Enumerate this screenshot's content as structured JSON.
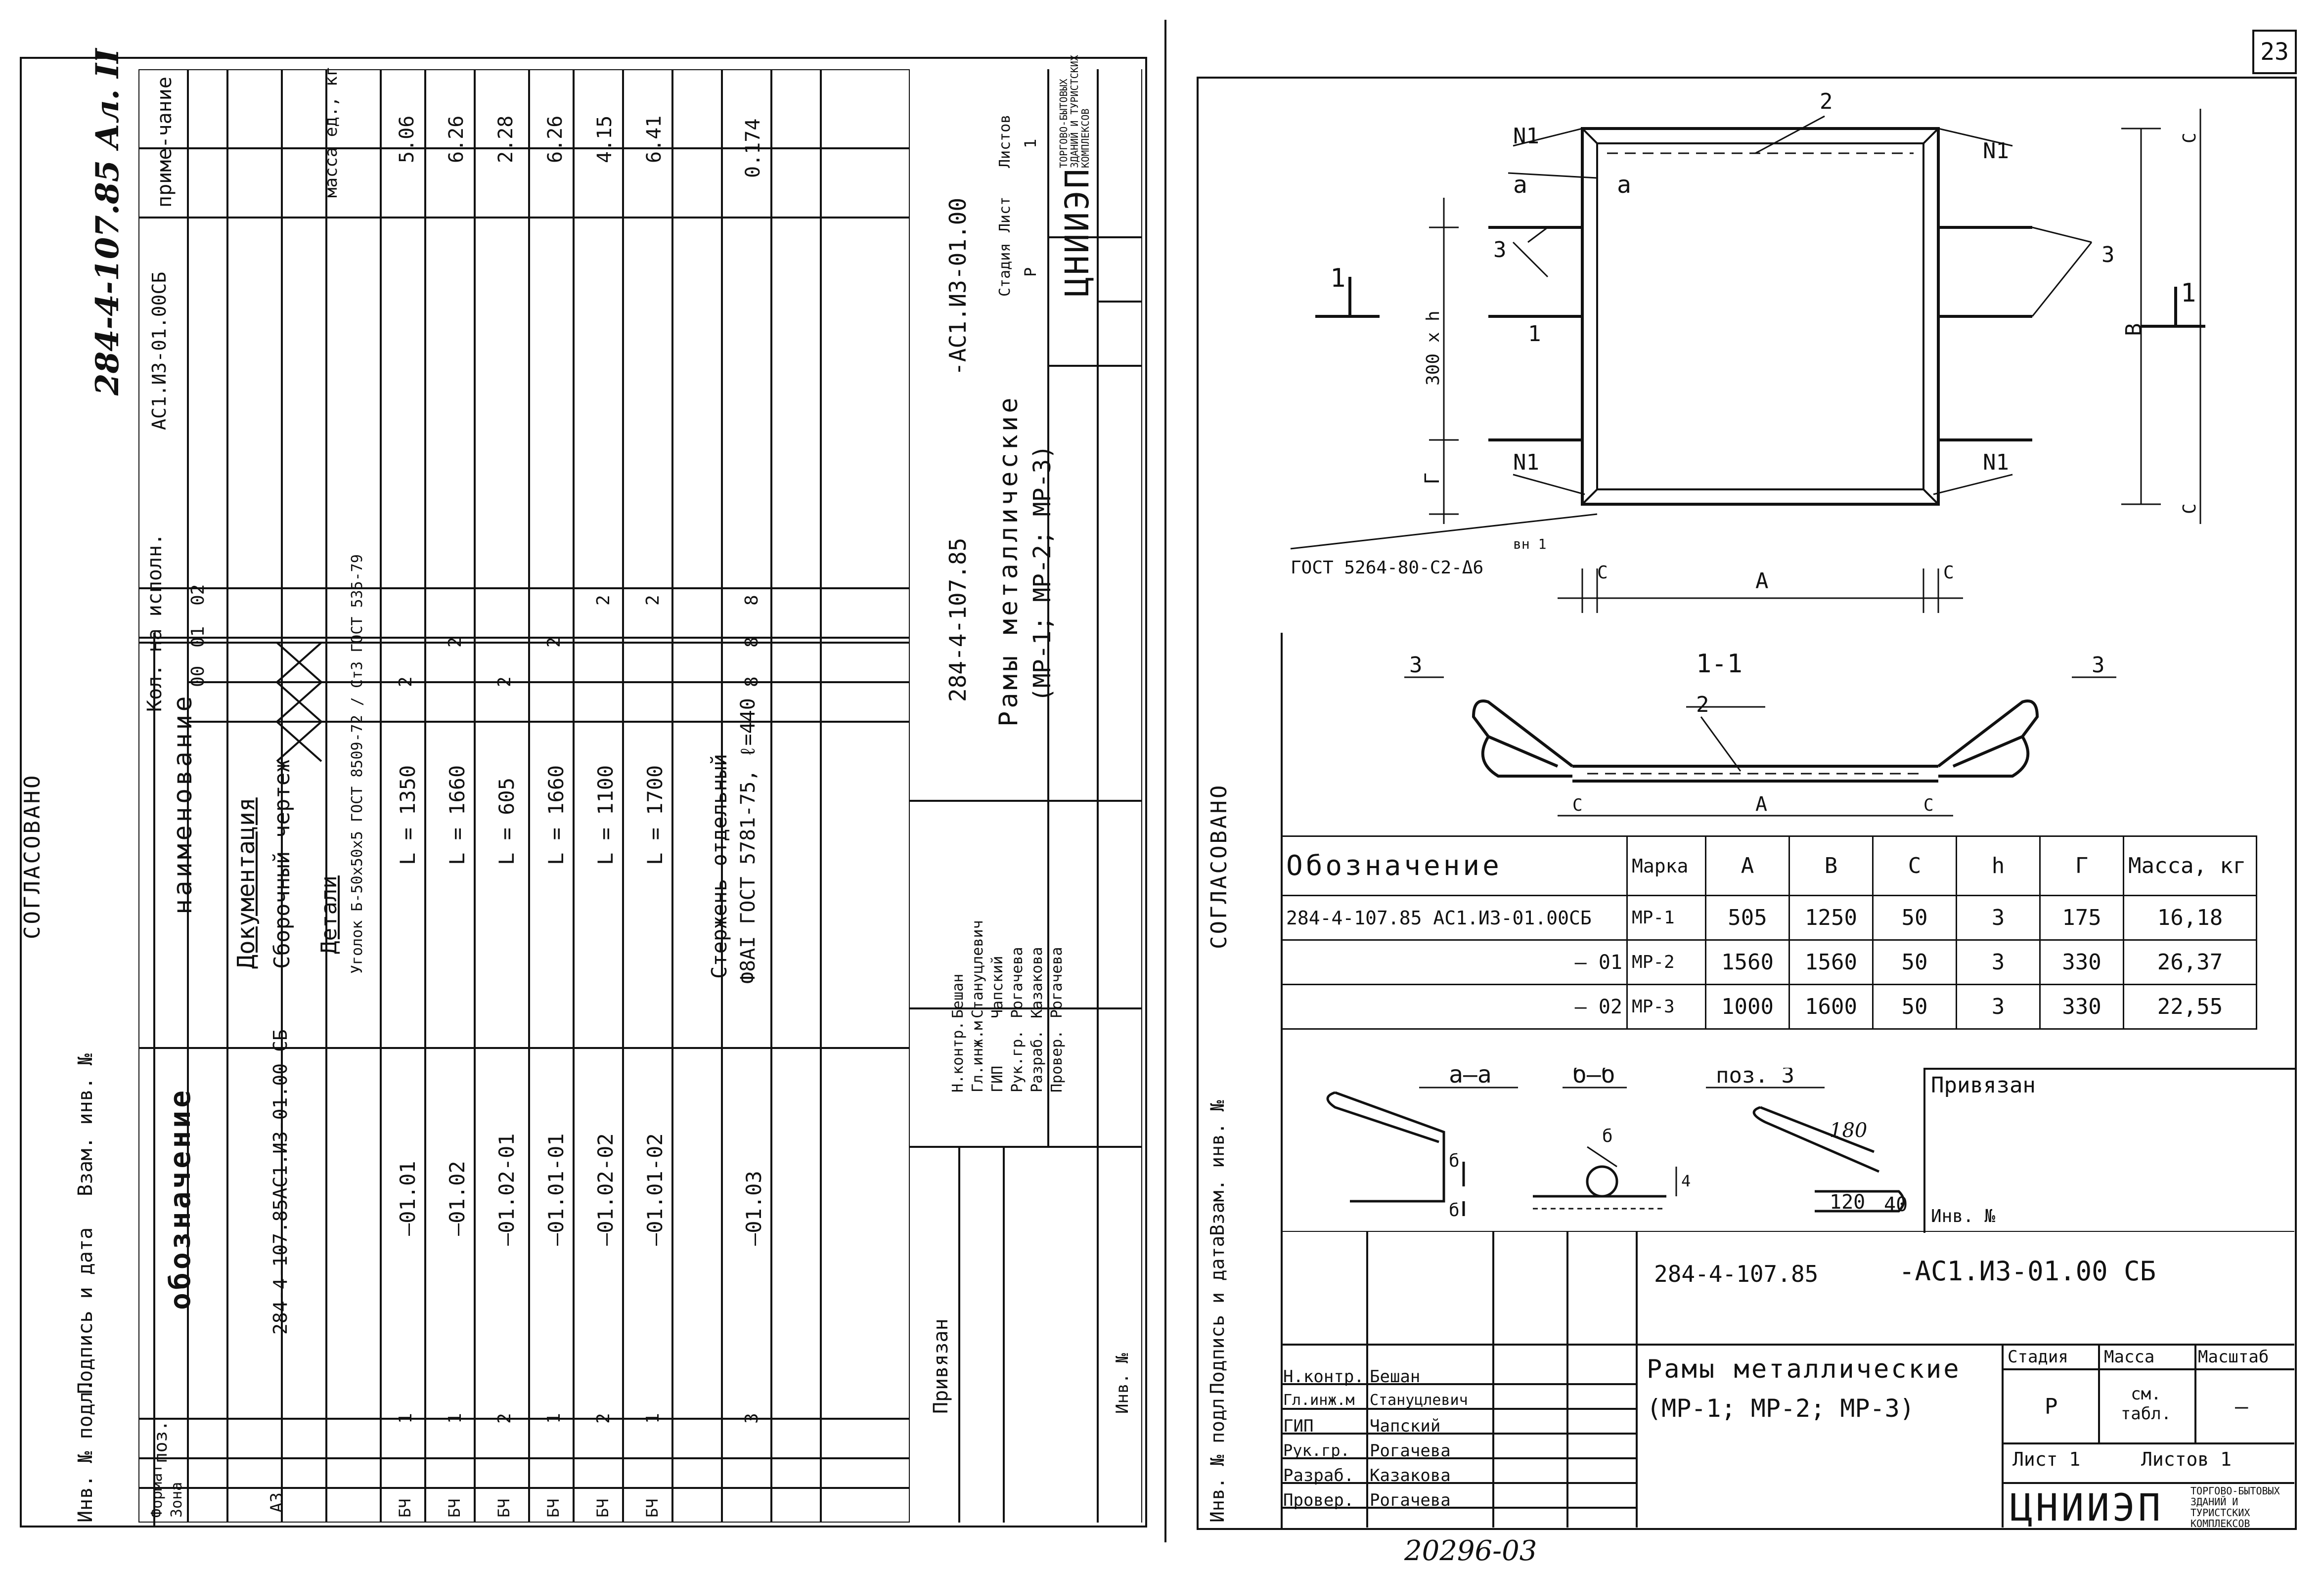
{
  "page_number": "23",
  "footer_handwritten": "20296-03",
  "side_stamp": {
    "agreed": "СОГЛАСОВАНО",
    "inv_podl": "Инв. № подл.",
    "podpis_data": "Подпись и дата",
    "vzam_inv": "Взам. инв. №"
  },
  "left": {
    "handwritten_code": "284-4-107.85 Ал. II",
    "headers": {
      "format": "Формат",
      "zona": "Зона",
      "poz": "поз.",
      "oboznachenie": "обозначение",
      "naimenovanie": "наименование",
      "kol": "Кол. на исполн.",
      "col_00": "00",
      "col_01": "01",
      "col_02": "02",
      "ac_doc": "АС1.ИЗ-01.00СБ",
      "prim": "приме-чание",
      "mass_unit": "масса ед., кг"
    },
    "rows": [
      {
        "format": "А3",
        "zona": "",
        "poz": "",
        "oboz": "284-4-107.85АС1.ИЗ-01.00 СБ",
        "name": "Документация",
        "q00": "",
        "q01": "",
        "q02": "",
        "prim": ""
      },
      {
        "format": "",
        "zona": "",
        "poz": "",
        "oboz": "",
        "name": "Сборочный чертеж",
        "q00": "X",
        "q01": "X",
        "q02": "X",
        "prim": ""
      },
      {
        "format": "",
        "zona": "",
        "poz": "",
        "oboz": "",
        "name": "Детали",
        "q00": "",
        "q01": "",
        "q02": "",
        "prim": ""
      },
      {
        "format": "",
        "zona": "",
        "poz": "",
        "oboz": "",
        "name": "Уголок Б-50х50х5 ГОСТ 8509-72 / Ст3 ГОСТ 535-79",
        "q00": "",
        "q01": "",
        "q02": "",
        "prim": ""
      },
      {
        "format": "БЧ",
        "zona": "",
        "poz": "1",
        "oboz": "—01.01",
        "name": "L = 1350",
        "q00": "2",
        "q01": "",
        "q02": "",
        "prim": "5.06"
      },
      {
        "format": "БЧ",
        "zona": "",
        "poz": "1",
        "oboz": "—01.02",
        "name": "L = 1660",
        "q00": "",
        "q01": "2",
        "q02": "",
        "prim": "6.26"
      },
      {
        "format": "БЧ",
        "zona": "",
        "poz": "2",
        "oboz": "—01.02-01",
        "name": "L = 605",
        "q00": "2",
        "q01": "",
        "q02": "",
        "prim": "2.28"
      },
      {
        "format": "БЧ",
        "zona": "",
        "poz": "1",
        "oboz": "—01.01-01",
        "name": "L = 1660",
        "q00": "",
        "q01": "2",
        "q02": "",
        "prim": "6.26"
      },
      {
        "format": "БЧ",
        "zona": "",
        "poz": "2",
        "oboz": "—01.02-02",
        "name": "L = 1100",
        "q00": "",
        "q01": "",
        "q02": "2",
        "prim": "4.15"
      },
      {
        "format": "БЧ",
        "zona": "",
        "poz": "1",
        "oboz": "—01.01-02",
        "name": "L = 1700",
        "q00": "",
        "q01": "",
        "q02": "2",
        "prim": "6.41"
      },
      {
        "format": "",
        "zona": "",
        "poz": "",
        "oboz": "",
        "name": "",
        "q00": "",
        "q01": "",
        "q02": "",
        "prim": ""
      },
      {
        "format": "",
        "zona": "",
        "poz": "",
        "oboz": "",
        "name": "Стержень отдельный",
        "q00": "",
        "q01": "",
        "q02": "",
        "prim": ""
      },
      {
        "format": "",
        "zona": "",
        "poz": "3",
        "oboz": "—01.03",
        "name": "Ф8АI ГОСТ 5781-75, ℓ=440",
        "q00": "8",
        "q01": "8",
        "q02": "8",
        "prim": "0.174"
      }
    ],
    "title_block": {
      "code": "284-4-107.85",
      "doc": "-АС1.ИЗ-01.00",
      "title": "Рамы металлические",
      "subtitle": "(МР-1; МР-2; МР-3)",
      "stage_label": "Стадия",
      "sheet_label": "Лист",
      "sheets_label": "Листов",
      "stage": "Р",
      "sheets": "1",
      "org": "ЦНИИЭП",
      "org_full": "ТОРГОВО-БЫТОВЫХ ЗДАНИЙ И ТУРИСТСКИХ КОМПЛЕКСОВ",
      "privyazan": "Привязан",
      "inv": "Инв. №",
      "people": [
        {
          "role": "Н.контр.",
          "name": "Бешан"
        },
        {
          "role": "Гл.инж.м",
          "name": "Стануцлевич"
        },
        {
          "role": "ГИП",
          "name": "Чапский"
        },
        {
          "role": "Рук.гр.",
          "name": "Рогачева"
        },
        {
          "role": "Разраб.",
          "name": "Казакова"
        },
        {
          "role": "Провер.",
          "name": "Рогачева"
        }
      ]
    }
  },
  "right": {
    "drawing_labels": {
      "n1": "N1",
      "a": "a",
      "two": "2",
      "three": "3",
      "one": "1",
      "dim_300h": "300 x h",
      "dim_g": "Г",
      "dim_c": "C",
      "dim_A": "A",
      "dim_B": "B",
      "weld": "ГОСТ 5264-80-С2-Δ6",
      "weld_note": "вн 1",
      "section_title": "1-1",
      "section_arrow": "1"
    },
    "table": {
      "headers": [
        "Обозначение",
        "Марка",
        "А",
        "В",
        "С",
        "h",
        "Г",
        "Масса, кг"
      ],
      "rows": [
        [
          "284-4-107.85  АС1.ИЗ-01.00СБ",
          "МР-1",
          "505",
          "1250",
          "50",
          "3",
          "175",
          "16,18"
        ],
        [
          "— 01",
          "МР-2",
          "1560",
          "1560",
          "50",
          "3",
          "330",
          "26,37"
        ],
        [
          "— 02",
          "МР-3",
          "1000",
          "1600",
          "50",
          "3",
          "330",
          "22,55"
        ]
      ]
    },
    "details": {
      "aa": "а—а",
      "bb": "б—б",
      "b": "б",
      "poz3": "поз. 3",
      "d180": "180",
      "d120": "120",
      "d40": "40",
      "d4": "4"
    },
    "title_block": {
      "privyazan": "Привязан",
      "inv": "Инв. №",
      "code": "284-4-107.85",
      "doc": "-АС1.ИЗ-01.00 СБ",
      "title": "Рамы металлические",
      "subtitle": "(МР-1; МР-2; МР-3)",
      "stage_label": "Стадия",
      "mass_label": "Масса",
      "scale_label": "Масштаб",
      "stage": "Р",
      "mass": "см. табл.",
      "scale": "—",
      "sheet": "Лист 1",
      "sheets": "Листов 1",
      "org": "ЦНИИЭП",
      "org_full": "ТОРГОВО-БЫТОВЫХ ЗДАНИЙ И ТУРИСТСКИХ КОМПЛЕКСОВ",
      "people": [
        {
          "role": "Н.контр.",
          "name": "Бешан"
        },
        {
          "role": "Гл.инж.м",
          "name": "Стануцлевич"
        },
        {
          "role": "ГИП",
          "name": "Чапский"
        },
        {
          "role": "Рук.гр.",
          "name": "Рогачева"
        },
        {
          "role": "Разраб.",
          "name": "Казакова"
        },
        {
          "role": "Провер.",
          "name": "Рогачева"
        }
      ]
    }
  }
}
